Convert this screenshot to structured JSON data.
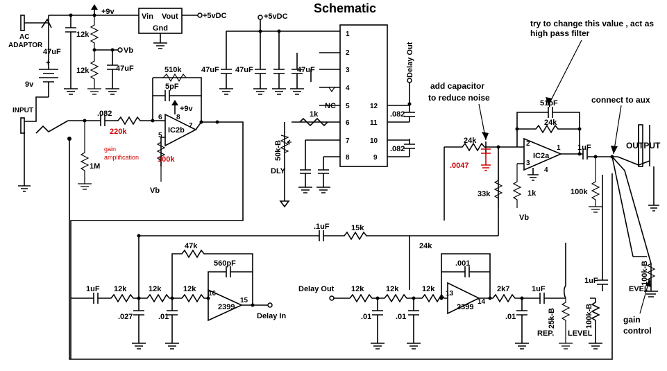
{
  "title": "Schematic",
  "notes": {
    "hp_filter_line1": "try to change this value , act as",
    "hp_filter_line2": "high pass filter",
    "noise_line1": "add capacitor",
    "noise_line2": "to reduce noise",
    "aux": "connect to aux",
    "gain_line1": "gain",
    "gain_line2": "control",
    "gain_amp_line1": "gain",
    "gain_amp_line2": "amplification"
  },
  "labels": {
    "ac1": "AC",
    "ac2": "ADAPTOR",
    "nine_v": "9v",
    "plus": "+",
    "input": "INPUT",
    "plus9v_top": "+9v",
    "plus9v_ic": "+9v",
    "vin": "Vin",
    "vout": "Vout",
    "gnd": "Gnd",
    "p5vdc_reg": "+5vDC",
    "p5vdc_chip": "+5vDC",
    "vb_div": "Vb",
    "vb_ic2b": "Vb",
    "vb_ic2a": "Vb",
    "c47_1": "47uF",
    "c47_2": "47uF",
    "c47_3": "47uF",
    "c47_4": "47uF",
    "c47_5": "47uF",
    "r12k_a": "12k",
    "r12k_b": "12k",
    "c082_in": ".082",
    "r220k": "220k",
    "r1m": "1M",
    "r100k_red": "100k",
    "r510k": "510k",
    "c5pf": "5pF",
    "ic2b": "IC2b",
    "p6": "6",
    "p5": "5",
    "p7": "7",
    "p8": "8",
    "r1k_chip": "1k",
    "pot50k": "50k-B",
    "dly": "DLY",
    "nc": "NC",
    "pin1": "1",
    "pin2": "2",
    "pin3": "3",
    "pin4": "4",
    "pin5": "5",
    "pin6": "6",
    "pin7": "7",
    "pin8": "8",
    "pin9": "9",
    "pin10": "10",
    "pin11": "11",
    "pin12": "12",
    "delay_out_v": "Delay Out",
    "c082_a": ".082",
    "c082_b": ".082",
    "r24k_in": "24k",
    "c0047": ".0047",
    "r33k": "33k",
    "r1k_ic2a": "1k",
    "c51pf": "51pF",
    "r24k_fb": "24k",
    "ic2a": "IC2a",
    "ic2a_p2": "2",
    "ic2a_p3": "3",
    "ic2a_p1": "1",
    "ic2a_p4": "4",
    "c1uf_out": "1uF",
    "r100k_out": "100k",
    "output": "OUTPUT",
    "c1uf_fb": ".1uF",
    "r15k": "15k",
    "r47k": "47k",
    "c560pf": "560pF",
    "c1uf_l": "1uF",
    "r12k_l1": "12k",
    "r12k_l2": "12k",
    "r12k_l3": "12k",
    "c027": ".027",
    "c01_l": ".01",
    "ic2399_l": "2399",
    "p16": "16",
    "p15": "15",
    "delay_in": "Delay In",
    "delay_out_h": "Delay Out",
    "r12k_r1": "12k",
    "r12k_r2": "12k",
    "r12k_r3": "12k",
    "r24k_r": "24k",
    "c001": ".001",
    "c01_r1": ".01",
    "c01_r2": ".01",
    "ic2399_r": "2399",
    "p13": "13",
    "p14": "14",
    "r2k7": "2k7",
    "c1uf_r": "1uF",
    "c01_r3": ".01",
    "pot25k": "25k-B",
    "rep": "REP.",
    "pot100k_lvl": "100k-B",
    "level": "LEVEL",
    "c1uf_lvl": "1uF",
    "pot100k_evel": "100k-B",
    "evel": "EVEL"
  }
}
